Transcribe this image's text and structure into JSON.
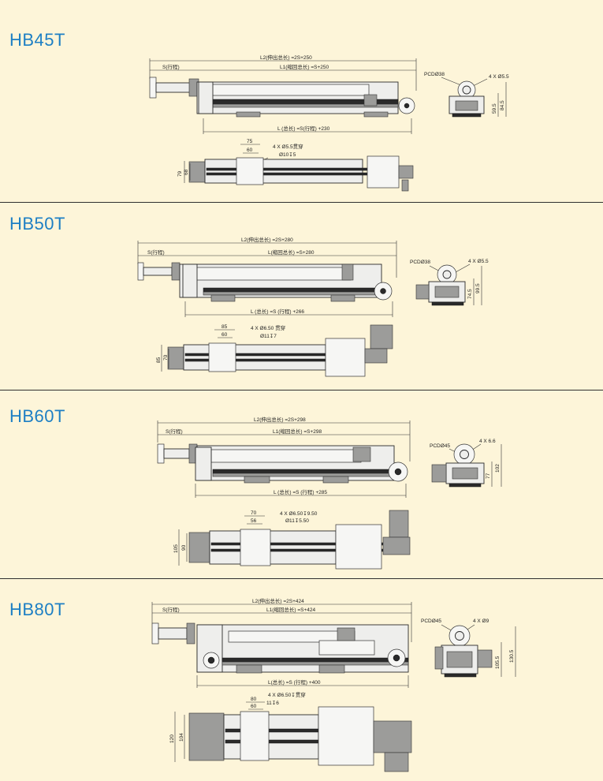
{
  "sections": [
    {
      "title": "HB45T",
      "side": {
        "l2": "L2(伸出总长) =2S+250",
        "l1": "L1(缩回总长) =S+250",
        "s": "S(行程)",
        "l": "L (总长) =S(行程) +230"
      },
      "top": {
        "d1": "75",
        "d2": "60",
        "hole": "4 X Ø5.5贯穿",
        "cb": "Ø10↧5",
        "h1": "79",
        "h2": "68"
      },
      "end": {
        "pcd": "PCDØ38",
        "holes": "4 X Ø5.5",
        "h1": "59.5",
        "h2": "84.5"
      }
    },
    {
      "title": "HB50T",
      "side": {
        "l2": "L2(伸出总长) =2S+280",
        "l1": "L(缩回总长) =S+280",
        "s": "S(行程)",
        "l": "L (总长) =S (行程) +266"
      },
      "top": {
        "d1": "85",
        "d2": "60",
        "hole": "4 X Ø6.50 贯穿",
        "cb": "Ø11↧7",
        "h1": "85",
        "h2": "70"
      },
      "end": {
        "pcd": "PCDØ38",
        "holes": "4 X Ø5.5",
        "h1": "74.5",
        "h2": "99.5"
      }
    },
    {
      "title": "HB60T",
      "side": {
        "l2": "L2(伸出总长) =2S+298",
        "l1": "L1(缩回总长) =S+298",
        "s": "S(行程)",
        "l": "L (总长) =S (行程) +285"
      },
      "top": {
        "d1": "70",
        "d2": "56",
        "hole": "4 X Ø6.50↧9.50",
        "cb": "Ø11↧5.50",
        "h1": "105",
        "h2": "90"
      },
      "end": {
        "pcd": "PCDØ45",
        "holes": "4 X 6.6",
        "h1": "77",
        "h2": "102"
      }
    },
    {
      "title": "HB80T",
      "side": {
        "l2": "L2(伸出总长) =2S+424",
        "l1": "L1(缩回总长) =S+424",
        "s": "S(行程)",
        "l": "L(总长) =S (行程) +400"
      },
      "top": {
        "d1": "80",
        "d2": "60",
        "hole": "4 X Ø6.50↧贯穿",
        "cb": "11↧6",
        "h1": "120",
        "h2": "104"
      },
      "end": {
        "pcd": "PCDØ45",
        "holes": "4 X Ø9",
        "h1": "105.5",
        "h2": "130.5"
      }
    }
  ],
  "colors": {
    "background": "#fdf5d9",
    "title": "#1d7fc4",
    "line": "#2a2a2a"
  }
}
